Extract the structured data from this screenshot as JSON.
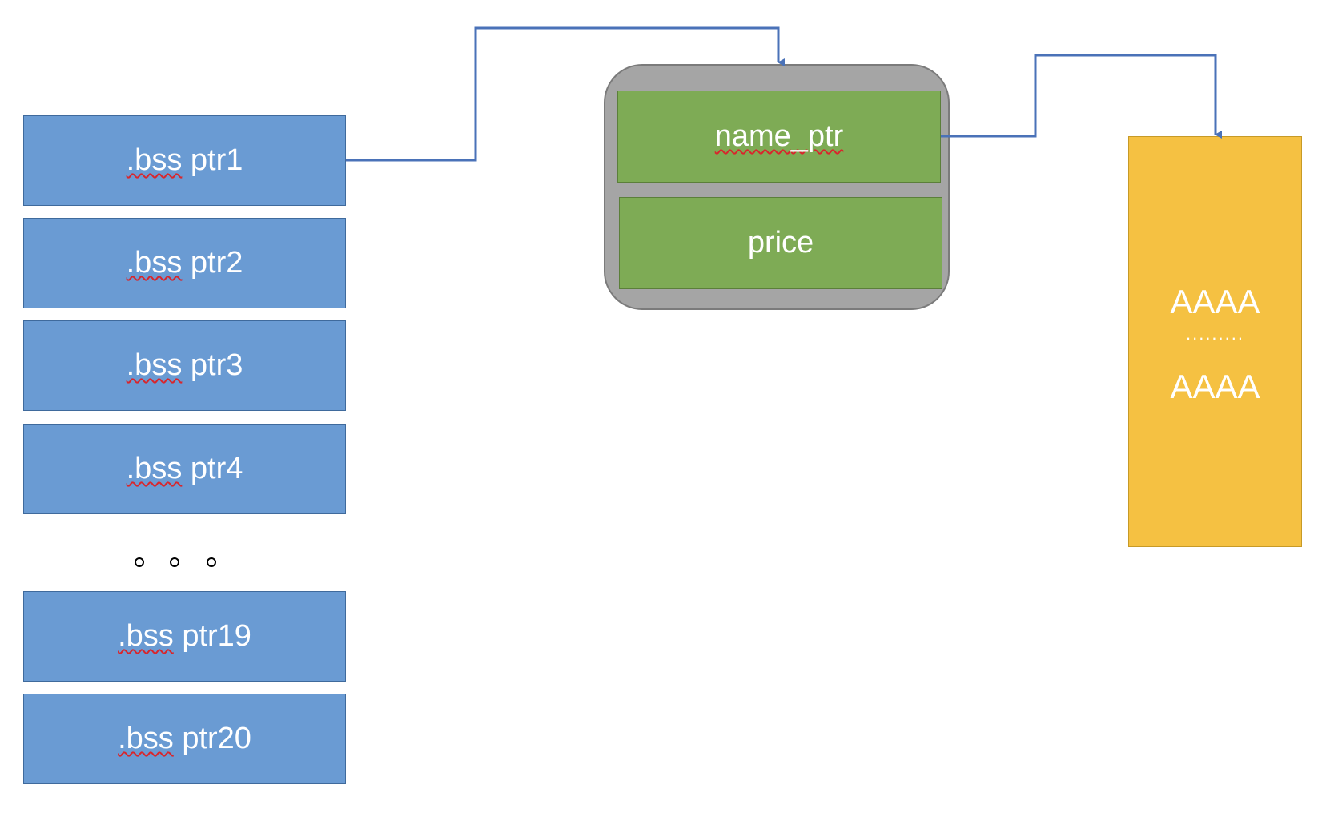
{
  "bss_pointers": [
    {
      "prefix": ".bss",
      "suffix": " ptr1"
    },
    {
      "prefix": ".bss",
      "suffix": " ptr2"
    },
    {
      "prefix": ".bss",
      "suffix": " ptr3"
    },
    {
      "prefix": ".bss",
      "suffix": " ptr4"
    },
    {
      "prefix": ".bss",
      "suffix": " ptr19"
    },
    {
      "prefix": ".bss",
      "suffix": " ptr20"
    }
  ],
  "ellipsis": "。。。",
  "struct": {
    "name_field": {
      "part1": "name",
      "part2": "_ptr"
    },
    "price_field": "price"
  },
  "buffer": {
    "line_top": "AAAA",
    "dots": ".........",
    "line_bottom": "AAAA"
  },
  "colors": {
    "pointer_box": "#6a9bd3",
    "struct_container": "#a5a5a5",
    "struct_field": "#7eab55",
    "buffer": "#f5c142",
    "arrow": "#4a72b8"
  }
}
